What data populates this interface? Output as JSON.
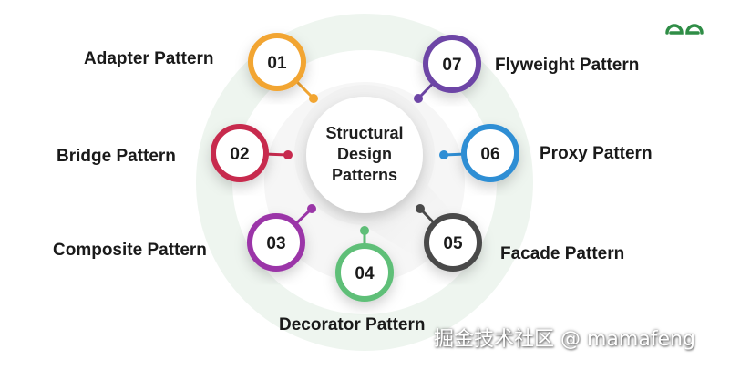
{
  "brand": {
    "logo_text": "GG",
    "color": "#2f8d46"
  },
  "center": {
    "lines": [
      "Structural",
      "Design",
      "Patterns"
    ]
  },
  "patterns": [
    {
      "num": "01",
      "label": "Adapter Pattern",
      "color": "#f2a531"
    },
    {
      "num": "02",
      "label": "Bridge Pattern",
      "color": "#c72a4e"
    },
    {
      "num": "03",
      "label": "Composite Pattern",
      "color": "#9b36a8"
    },
    {
      "num": "04",
      "label": "Decorator Pattern",
      "color": "#5fbf78"
    },
    {
      "num": "05",
      "label": "Facade Pattern",
      "color": "#4a4a4a"
    },
    {
      "num": "06",
      "label": "Proxy Pattern",
      "color": "#2f8ed4"
    },
    {
      "num": "07",
      "label": "Flyweight Pattern",
      "color": "#6d45a6"
    }
  ],
  "watermark": "掘金技术社区 @ mamafeng"
}
